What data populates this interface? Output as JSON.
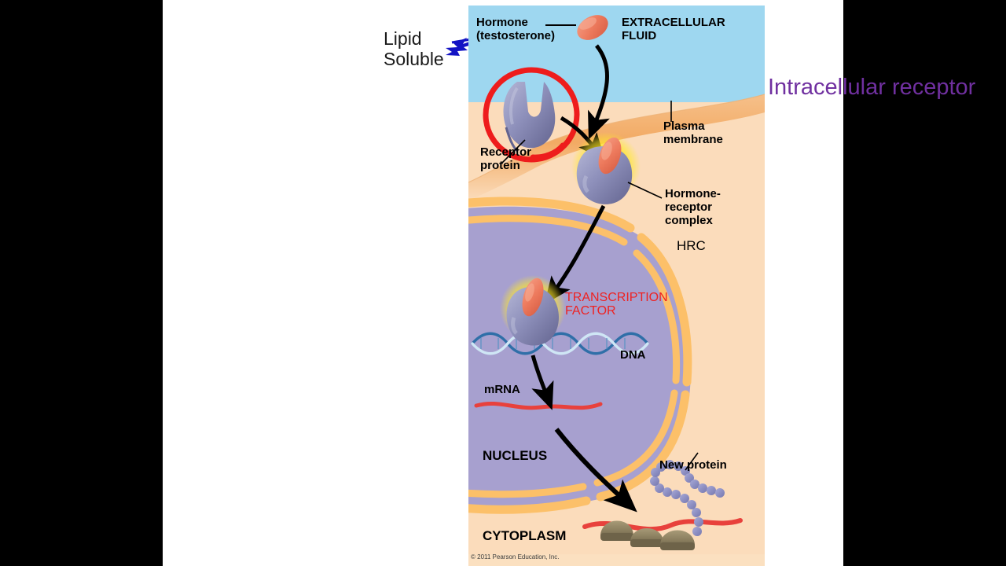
{
  "slide": {
    "background_color": "#ffffff",
    "letterbox_color": "#000000"
  },
  "annotations": {
    "left_note": {
      "text": "Lipid\nSoluble",
      "color": "#1a1a1a",
      "arrow_icon": "blue-arrow-right",
      "arrow_color": "#1313c4"
    },
    "right_note": {
      "text": "Intracellular receptor",
      "color": "#7030a0"
    },
    "red_circle": {
      "target": "receptor-protein",
      "color": "#ee1c1c"
    }
  },
  "figure": {
    "title": "Lipid-soluble hormone signaling via intracellular receptor",
    "colors": {
      "extracellular_fluid": "#9ed7f0",
      "cytoplasm": "#fbdcbb",
      "plasma_membrane": "#f5b678",
      "nucleoplasm": "#a7a0cf",
      "nuclear_envelope": "#fcc069",
      "hormone": "#ee7a5e",
      "receptor": "#8a8cb5",
      "glow": "#ffe92b",
      "dna_strand_a": "#2f6fa8",
      "dna_strand_b": "#cfe6f5",
      "mrna": "#e8413c",
      "ribosome": "#8e8263",
      "new_protein_bead": "#8d8fc4",
      "arrow": "#000000"
    },
    "labels": [
      {
        "id": "hormone",
        "text": "Hormone\n(testosterone)",
        "style": "bold"
      },
      {
        "id": "extracellular",
        "text": "EXTRACELLULAR\nFLUID",
        "style": "bold"
      },
      {
        "id": "plasma-membrane",
        "text": "Plasma\nmembrane",
        "style": "bold"
      },
      {
        "id": "receptor-protein",
        "text": "Receptor\nprotein",
        "style": "bold"
      },
      {
        "id": "hrc",
        "text": "Hormone-\nreceptor\ncomplex",
        "style": "bold"
      },
      {
        "id": "hrc-abbrev",
        "text": "HRC",
        "style": "plain"
      },
      {
        "id": "transcription-factor",
        "text": "TRANSCRIPTION\nFACTOR",
        "style": "red"
      },
      {
        "id": "dna",
        "text": "DNA",
        "style": "bold"
      },
      {
        "id": "mrna",
        "text": "mRNA",
        "style": "bold"
      },
      {
        "id": "nucleus",
        "text": "NUCLEUS",
        "style": "bold"
      },
      {
        "id": "cytoplasm",
        "text": "CYTOPLASM",
        "style": "bold"
      },
      {
        "id": "new-protein",
        "text": "New protein",
        "style": "bold"
      }
    ],
    "copyright": "© 2011 Pearson Education, Inc."
  }
}
